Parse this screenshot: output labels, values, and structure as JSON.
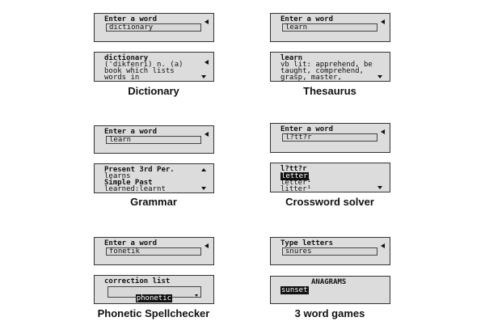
{
  "panels": {
    "dictionary": {
      "prompt": "Enter a word",
      "input": "dictionary",
      "result_lines": [
        "dictionary",
        "('dikfenri) n. (a)",
        "book which lists",
        "words in"
      ],
      "caption": "Dictionary"
    },
    "thesaurus": {
      "prompt": "Enter a word",
      "input": "learn",
      "result_lines": [
        "learn",
        "vb lit: apprehend, be",
        "taught, comprehend,",
        "grasp, master,"
      ],
      "caption": "Thesaurus"
    },
    "grammar": {
      "prompt": "Enter a word",
      "input": "learn",
      "result_lines": [
        "Present 3rd Per.",
        "learns",
        "Simple Past",
        "learned:learnt"
      ],
      "caption": "Grammar"
    },
    "crossword": {
      "prompt": "Enter a word",
      "input": "l?tt?r",
      "result_title": "l?tt?r",
      "result_lines": [
        "letter",
        "letter¹",
        "litter¹"
      ],
      "caption": "Crossword solver"
    },
    "phonetic": {
      "prompt": "Enter a word",
      "input": "fonetik",
      "list_title": "correction list",
      "selected": "phonetic",
      "caption": "Phonetic Spellchecker"
    },
    "games": {
      "prompt": "Type letters",
      "input": "snures",
      "list_title": "ANAGRAMS",
      "selected": "sunset",
      "caption": "3 word games"
    }
  }
}
